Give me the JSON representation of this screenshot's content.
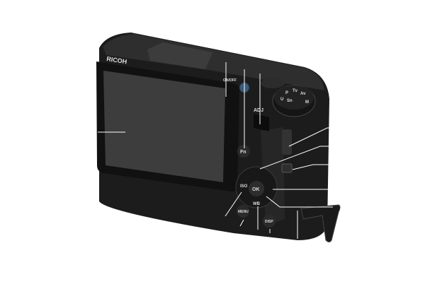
{
  "camera": {
    "brand": "RICOH",
    "labels": {
      "power": "ON/OFF",
      "adj": "ADJ",
      "fn": "Fn",
      "iso": "ISO",
      "ok": "OK",
      "wb": "WB",
      "menu": "MENU",
      "disp": "DISP"
    },
    "mode_dial": [
      "M",
      "Av",
      "Tv",
      "P",
      "Sn",
      "U"
    ]
  },
  "colors": {
    "body": "#1e1e1e",
    "screen": "#3a3a3a",
    "leader_line": "#ffffff"
  }
}
